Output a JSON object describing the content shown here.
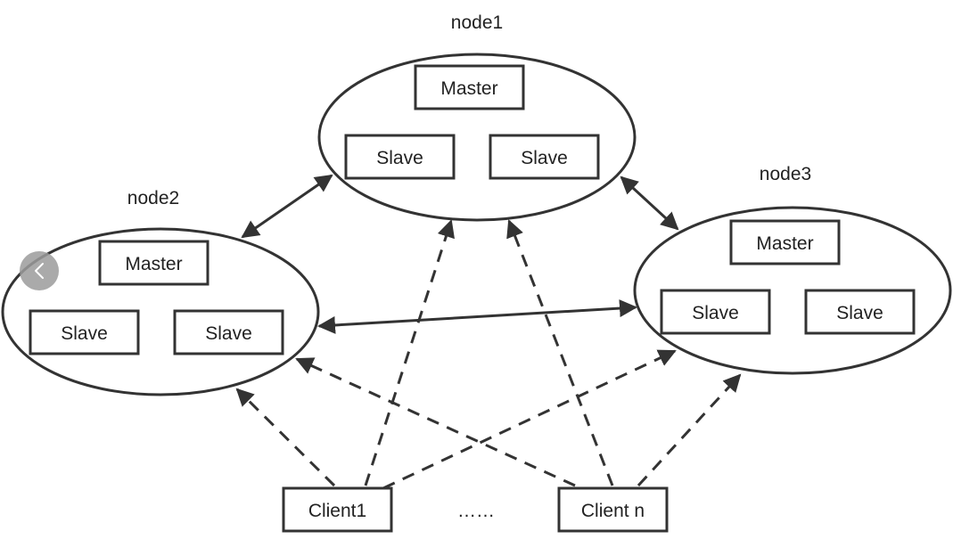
{
  "nodes": [
    {
      "id": "node1",
      "label": "node1",
      "master": "Master",
      "slaves": [
        "Slave",
        "Slave"
      ]
    },
    {
      "id": "node2",
      "label": "node2",
      "master": "Master",
      "slaves": [
        "Slave",
        "Slave"
      ]
    },
    {
      "id": "node3",
      "label": "node3",
      "master": "Master",
      "slaves": [
        "Slave",
        "Slave"
      ]
    }
  ],
  "clients": [
    {
      "id": "client1",
      "label": "Client1"
    },
    {
      "id": "clientn",
      "label": "Client n"
    }
  ],
  "ellipsis": "……",
  "icons": {
    "back": "chevron-left-icon"
  },
  "colors": {
    "stroke": "#333333",
    "back_button": "#9c9c9c"
  }
}
